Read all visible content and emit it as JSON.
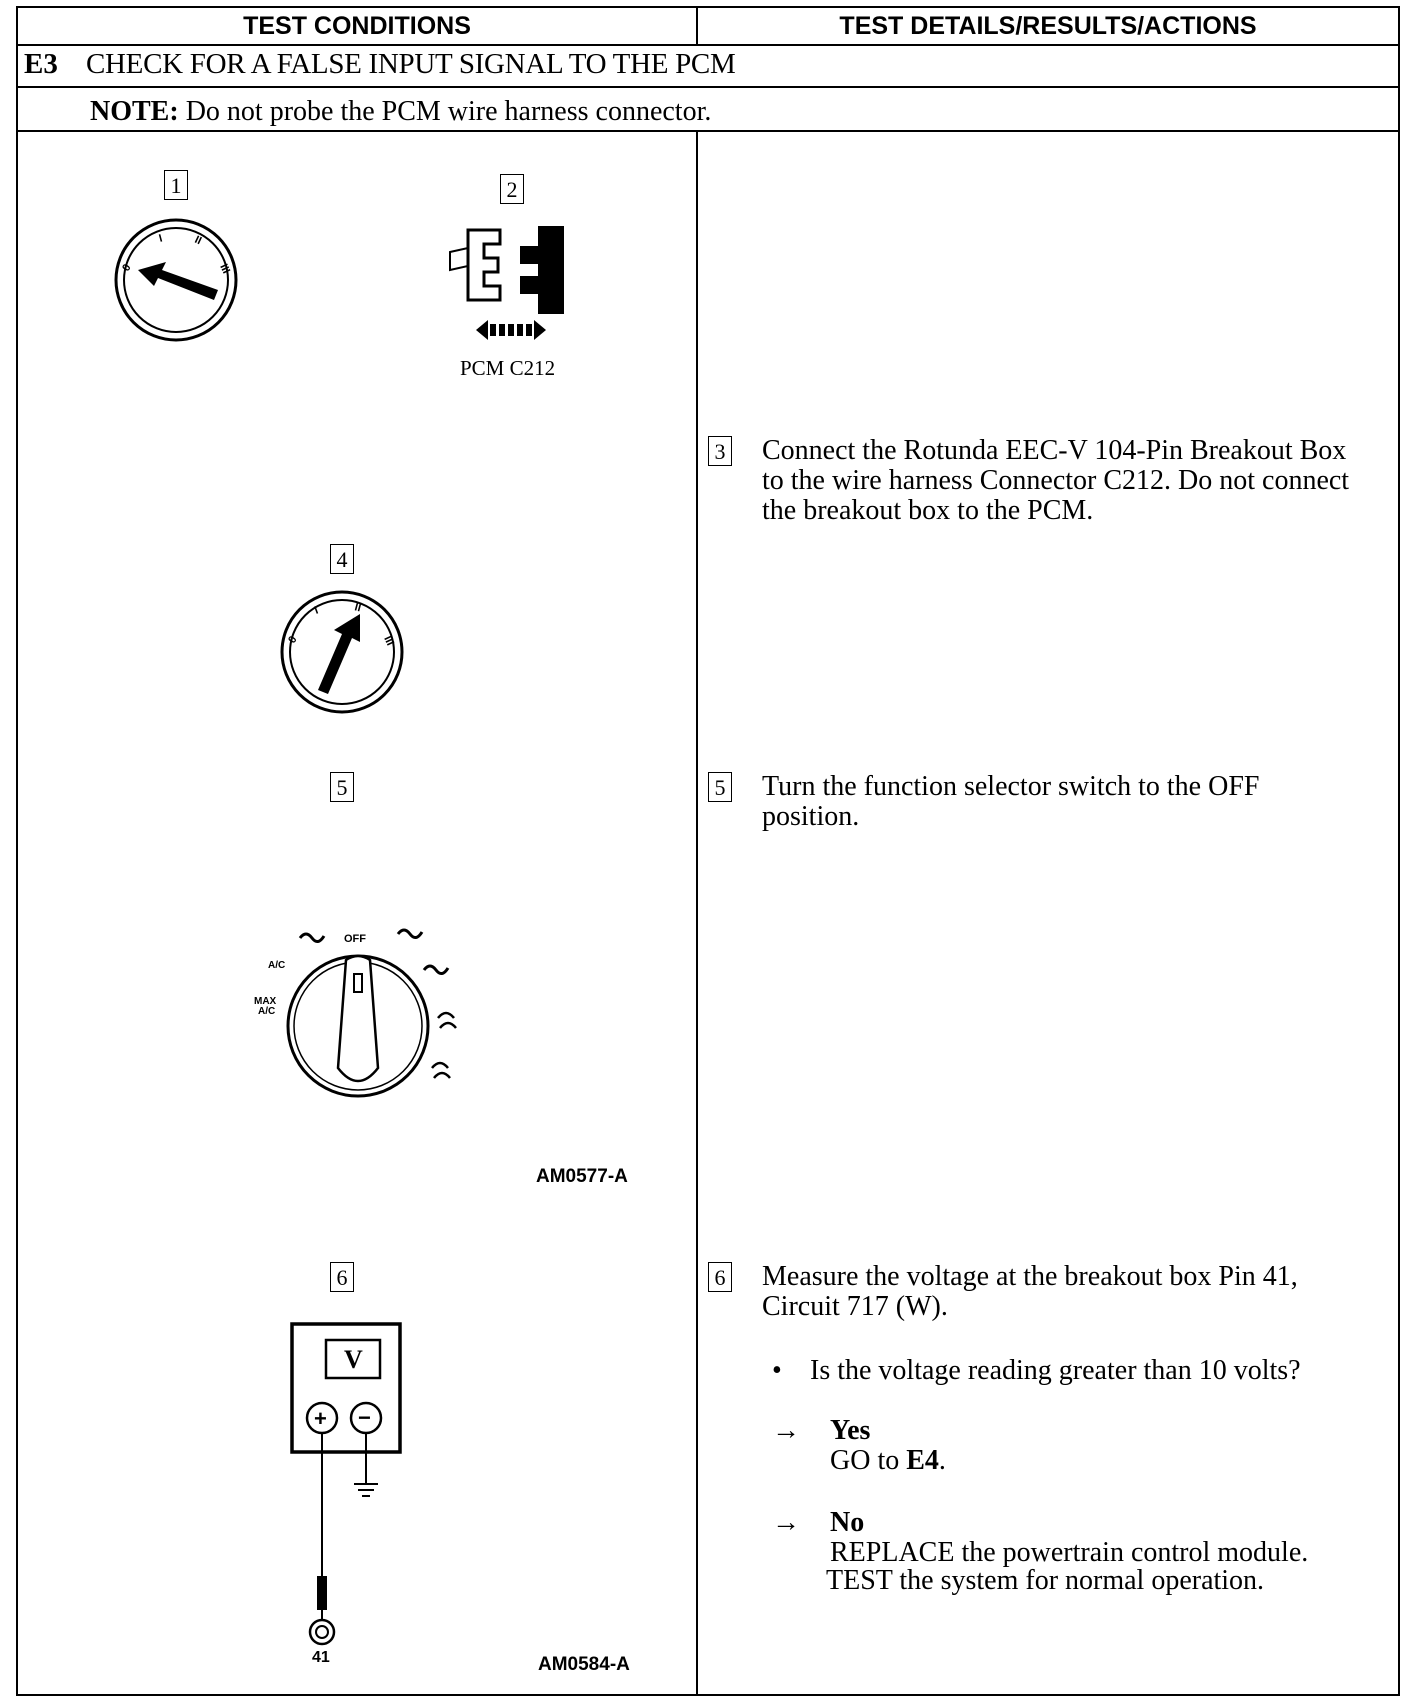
{
  "header": {
    "left": "TEST CONDITIONS",
    "right": "TEST DETAILS/RESULTS/ACTIONS"
  },
  "test": {
    "code": "E3",
    "title": "CHECK FOR A FALSE INPUT SIGNAL TO THE PCM"
  },
  "note": {
    "label": "NOTE:",
    "text": " Do not probe the PCM wire harness connector."
  },
  "steps": {
    "s1": "1",
    "s2": "2",
    "s3": "3",
    "s4": "4",
    "s5": "5",
    "s6": "6"
  },
  "connector_caption": "PCM C212",
  "figure_ids": {
    "fig1": "AM0577-A",
    "fig2": "AM0584-A"
  },
  "ignition_marks": [
    "0",
    "I",
    "II",
    "III"
  ],
  "selector_labels": {
    "off": "OFF",
    "ac": "A/C",
    "max_ac": "MAX\nA/C"
  },
  "meter": {
    "unit": "V",
    "plus": "+",
    "minus": "−",
    "pin": "41"
  },
  "details": {
    "step3": "Connect the Rotunda EEC-V 104-Pin Breakout Box to the wire harness Connector C212. Do not connect the breakout box to the PCM.",
    "step5": "Turn the function selector switch to the OFF position.",
    "step6": "Measure the voltage at the breakout box Pin 41, Circuit 717 (W).",
    "question": "Is the voltage reading greater than 10 volts?",
    "bullet": "•",
    "arrow": "→",
    "yes_label": "Yes",
    "yes_action_pre": "GO to ",
    "yes_action_ref": "E4",
    "yes_action_post": ".",
    "no_label": "No",
    "no_action_1": "REPLACE the powertrain control module.",
    "no_action_2": "TEST the system for normal operation."
  }
}
